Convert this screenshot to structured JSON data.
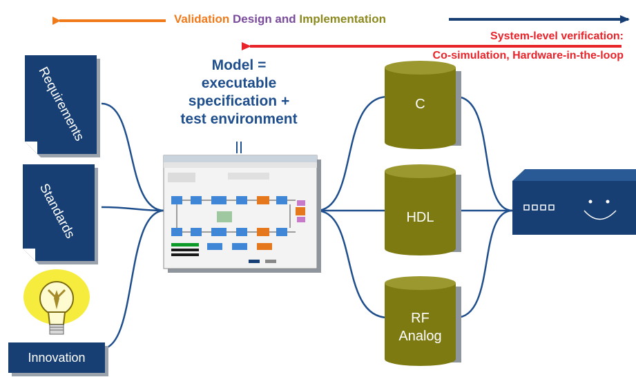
{
  "top_bar": {
    "validation": "Validation",
    "design_and": "Design and",
    "implementation": "Implementation"
  },
  "verification": {
    "line1": "System-level verification:",
    "line2": "Co-simulation, Hardware-in-the-loop"
  },
  "model": {
    "line1": "Model =",
    "line2": "executable",
    "line3": "specification +",
    "line4": "test environment"
  },
  "inputs": {
    "requirements": "Requirements",
    "standards": "Standards",
    "innovation": "Innovation"
  },
  "targets": {
    "c": "C",
    "hdl": "HDL",
    "rf_line1": "RF",
    "rf_line2": "Analog"
  },
  "colors": {
    "orange": "#f07a1a",
    "purple": "#7a4a9c",
    "olive": "#8c8a1e",
    "navy": "#173f73",
    "red": "#e8242a",
    "curve": "#1f4e8c",
    "cylinder": "#7d7a12"
  }
}
